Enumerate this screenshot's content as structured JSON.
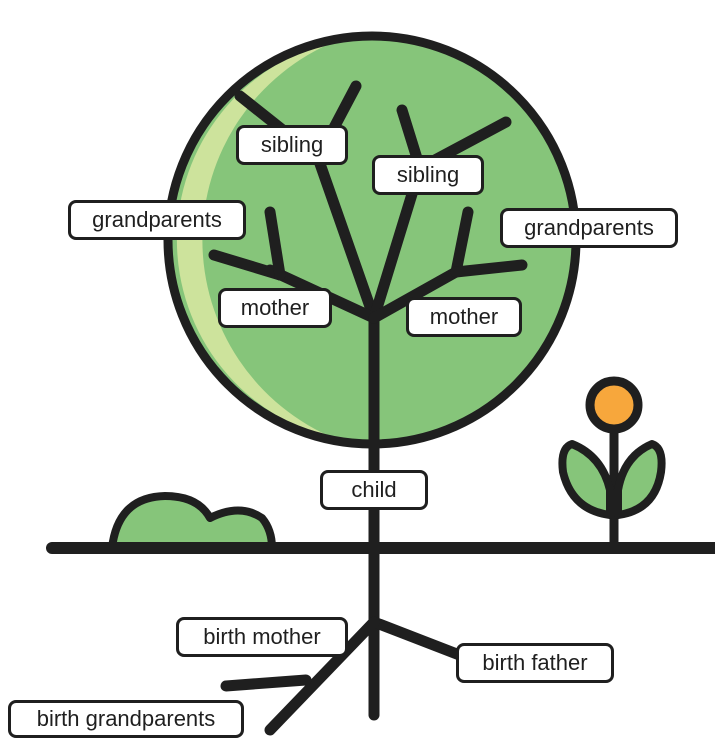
{
  "colors": {
    "outline": "#1f1f1f",
    "canopy": "#86c57a",
    "canopy_highlight": "#cde39c",
    "bush": "#86c57a",
    "flower_center": "#f7a73c",
    "leaf": "#86c57a"
  },
  "labels": {
    "sibling_left": "sibling",
    "sibling_right": "sibling",
    "grandparents_left": "grandparents",
    "grandparents_right": "grandparents",
    "mother_left": "mother",
    "mother_right": "mother",
    "child": "child",
    "birth_mother": "birth mother",
    "birth_father": "birth father",
    "birth_grandparents": "birth grandparents"
  }
}
